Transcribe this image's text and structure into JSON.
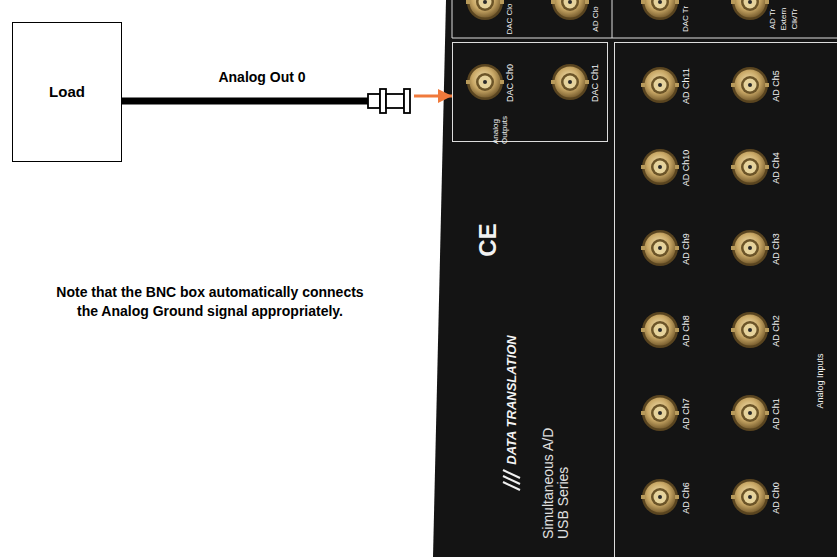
{
  "diagram": {
    "nodes": [
      {
        "text": [
          "Load"
        ]
      },
      {
        "text": [
          "DAC Ch0",
          "DAC Ch1",
          "Analog Outputs"
        ]
      },
      {
        "text": [
          "AD Ch11",
          "AD Ch5",
          "AD Ch10",
          "AD Ch4",
          "AD Ch9",
          "AD Ch3",
          "AD Ch8",
          "AD Ch2",
          "AD Ch7",
          "AD Ch1",
          "AD Ch6",
          "AD Ch0",
          "Analog Inputs"
        ]
      }
    ],
    "edges": [
      {
        "from": 0,
        "to": 1,
        "label": "Analog Out 0",
        "arrow": "to"
      }
    ],
    "labels": [
      "DAC Clo",
      "AD Clo",
      "DAC Tr",
      "AD Tr",
      "Extern",
      "Clk/Tr",
      "CE",
      "DATA TRANSLATION",
      "Simultaneous A/D USB Series",
      "Note that the BNC box automatically connects the Analog Ground signal appropriately."
    ]
  }
}
